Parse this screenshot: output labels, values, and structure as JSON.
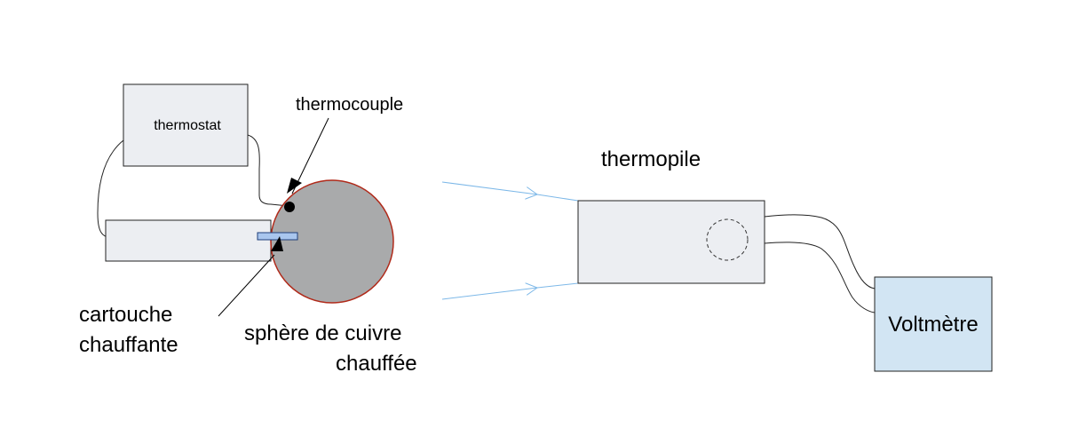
{
  "labels": {
    "thermostat": "thermostat",
    "thermocouple": "thermocouple",
    "thermopile": "thermopile",
    "cartouche_line1": "cartouche",
    "cartouche_line2": "chauffante",
    "sphere_line1": "sphère de cuivre",
    "sphere_line2": "chauffée",
    "voltmetre": "Voltmètre"
  },
  "colors": {
    "box_fill": "#eceef2",
    "voltmeter_fill": "#d2e5f3",
    "sphere_fill": "#a9aaab",
    "sphere_rim": "#b02a1a",
    "heater_fill": "#a9c6ee",
    "ray": "#7db8e8"
  }
}
